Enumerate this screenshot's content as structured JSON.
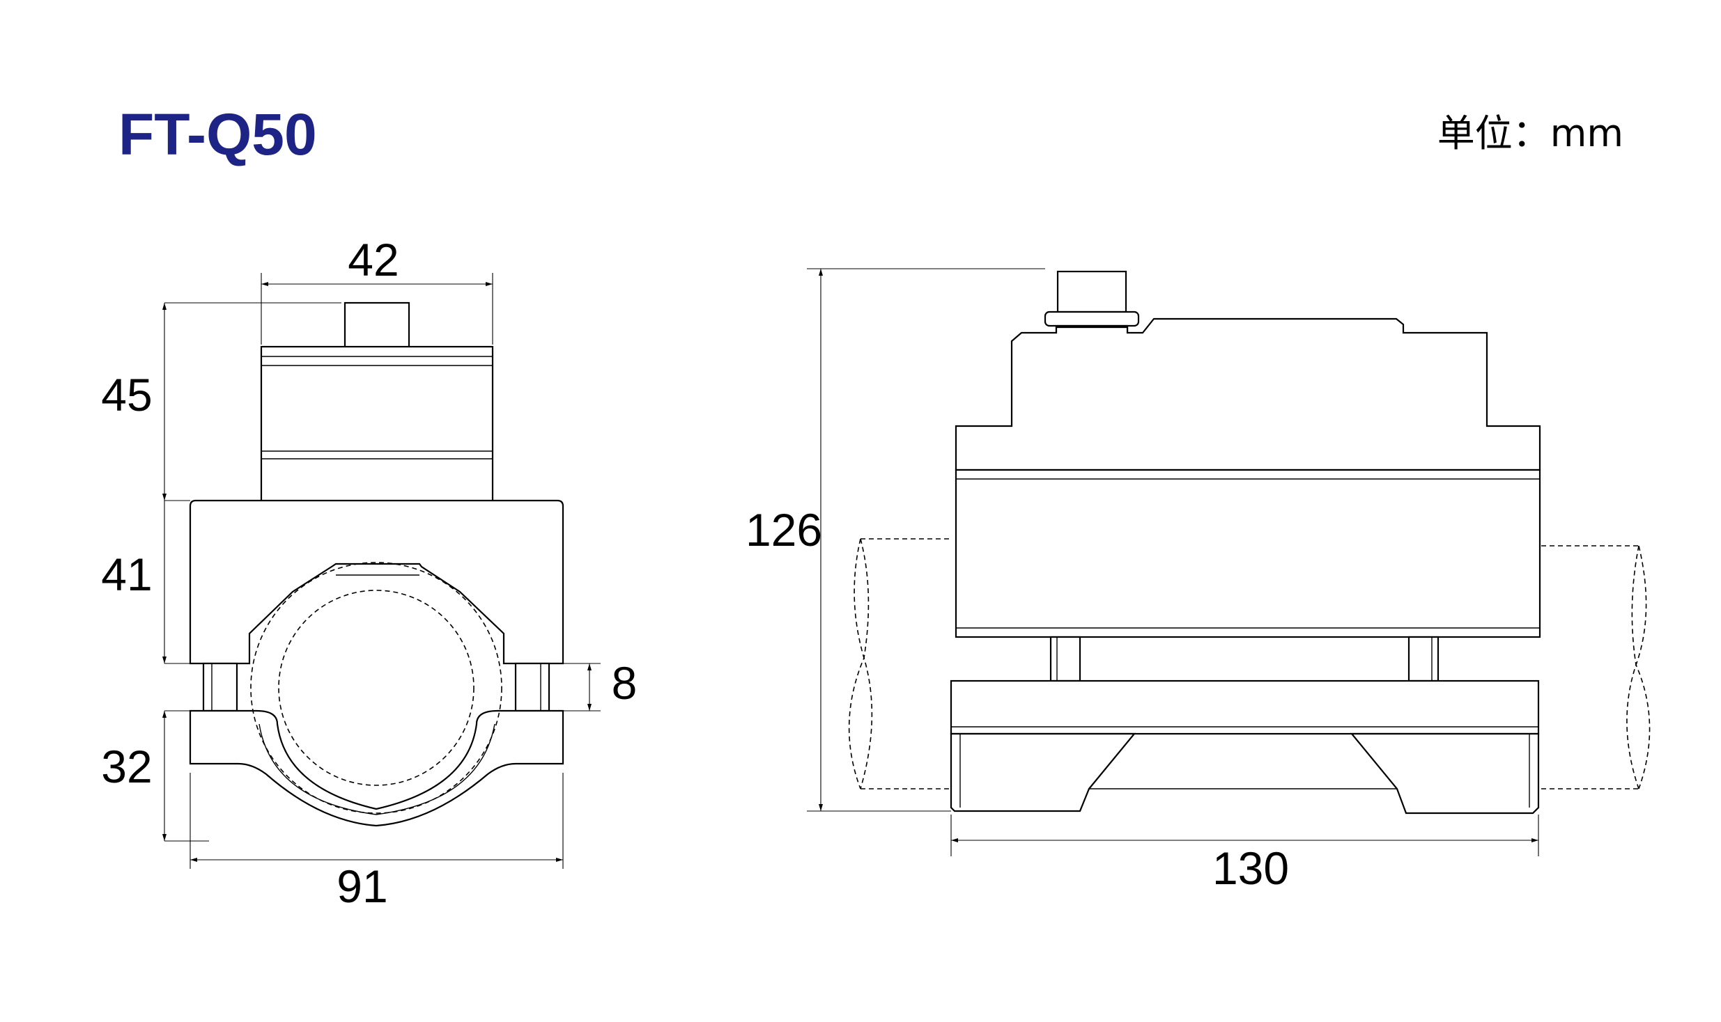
{
  "title": {
    "text": "FT-Q50",
    "color": "#1d2485"
  },
  "unit_label": "单位：mm",
  "front_view": {
    "dimensions": {
      "top_width": "42",
      "top_height": "45",
      "body_height": "41",
      "gap_height": "8",
      "bottom_height": "32",
      "total_width": "91"
    }
  },
  "side_view": {
    "dimensions": {
      "total_height": "126",
      "total_width": "130"
    }
  }
}
